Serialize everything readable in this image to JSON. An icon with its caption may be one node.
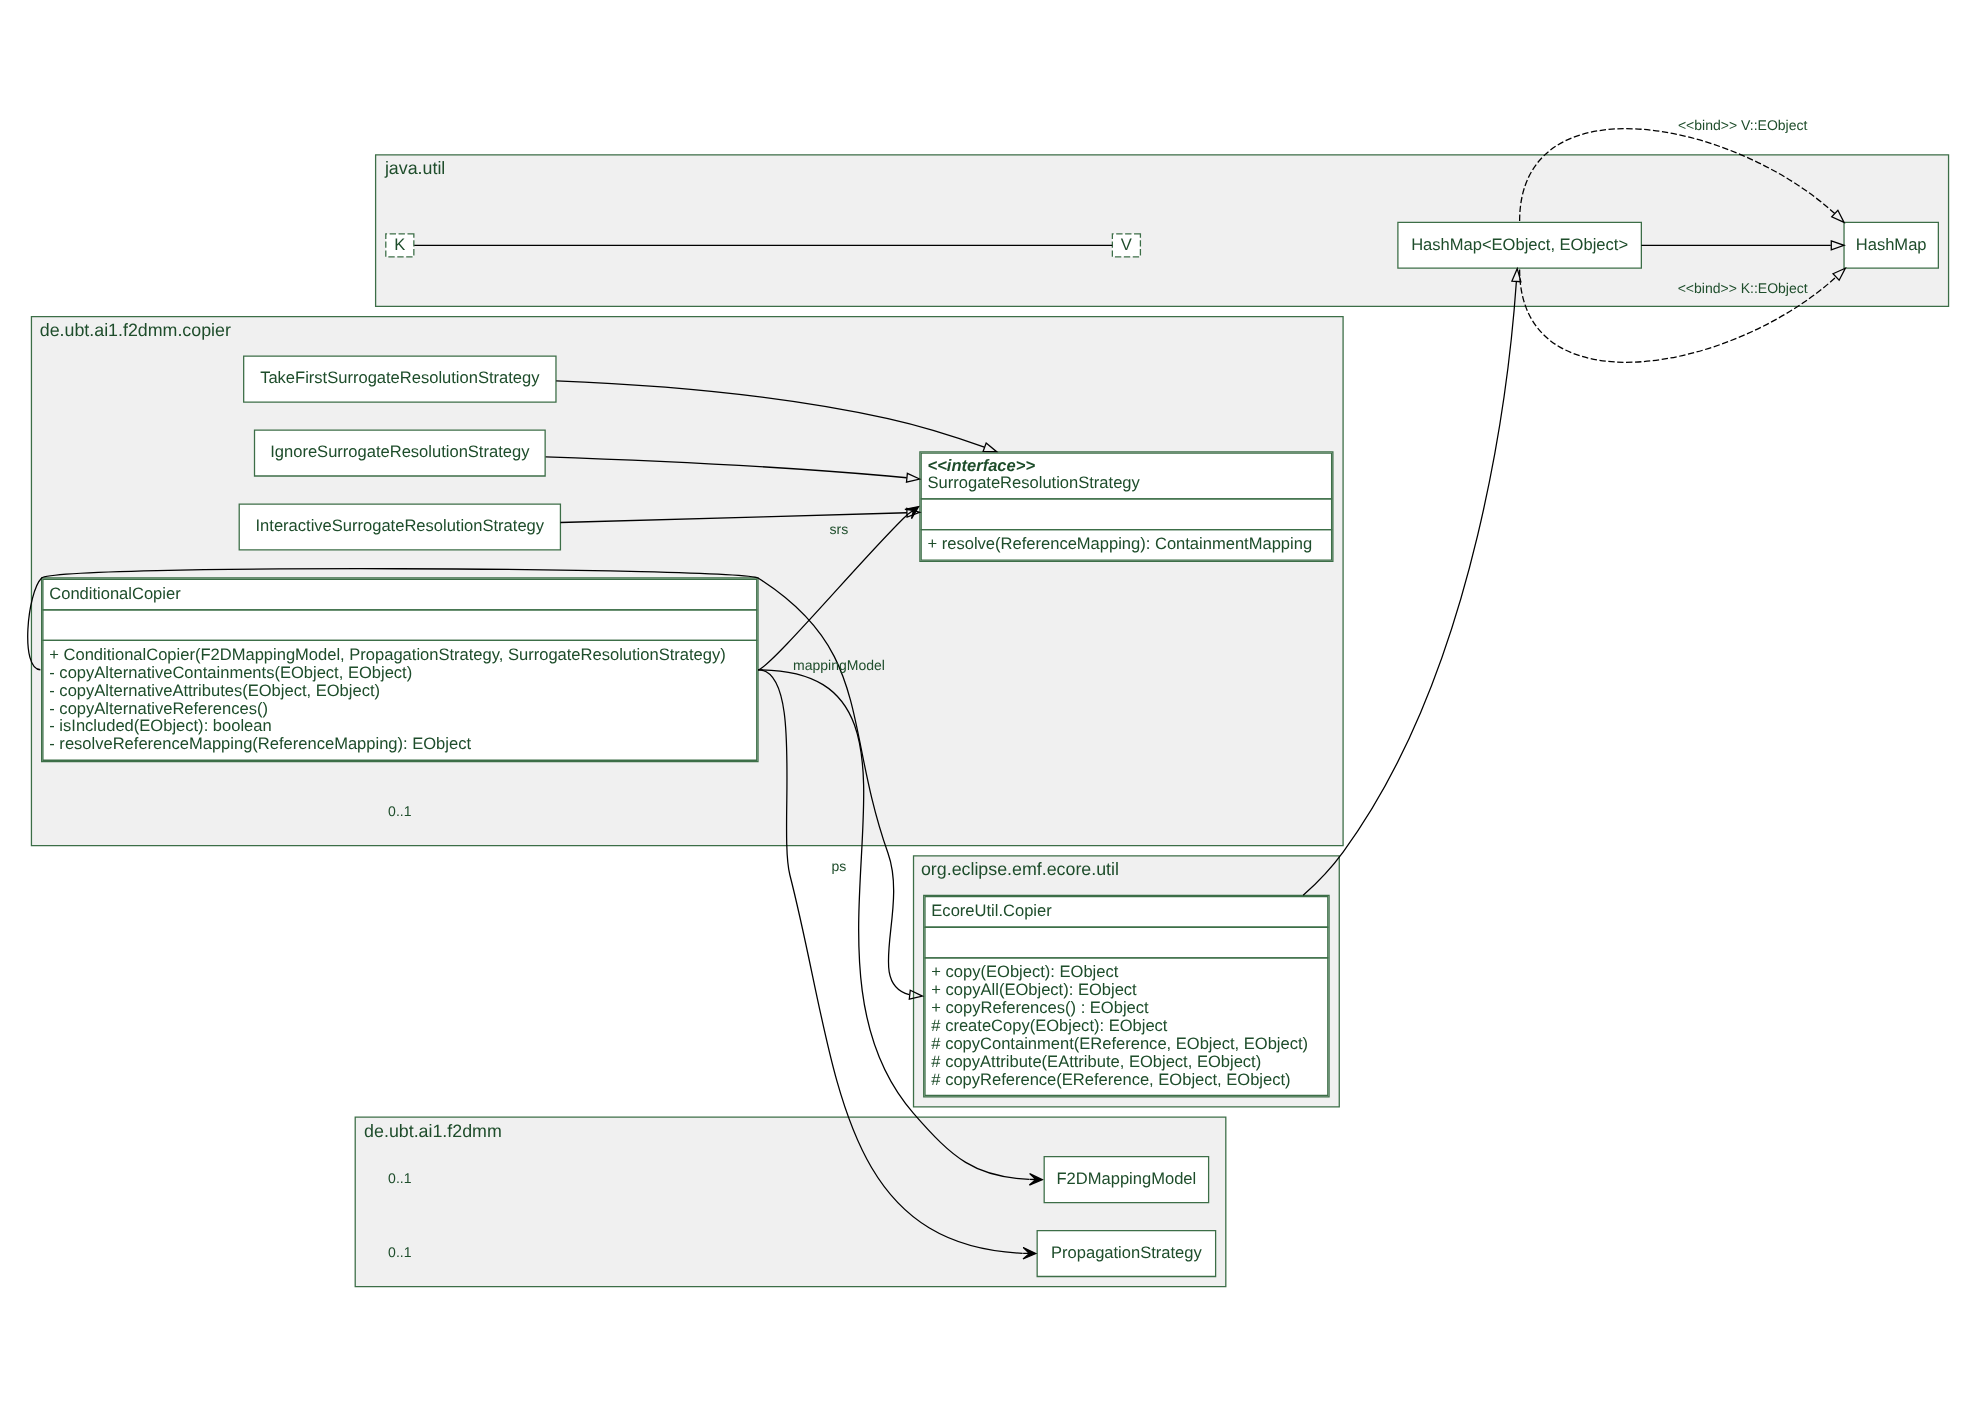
{
  "diagram": {
    "nodes": [
      {
        "text": [
          "org.eclipse.emf.ecore.util"
        ]
      },
      {
        "text": [
          "EcoreUtil.Copier",
          "+ copy(EObject): EObject",
          "+ copyAll(EObject): EObject",
          "+ copyReferences() : EObject",
          "# createCopy(EObject): EObject",
          "# copyContainment(EReference, EObject, EObject)",
          "# copyAttribute(EAttribute, EObject, EObject)",
          "# copyReference(EReference, EObject, EObject)"
        ],
        "in": 0
      },
      {
        "text": [
          "java.util"
        ]
      },
      {
        "text": [
          "K"
        ],
        "in": 2
      },
      {
        "text": [
          "V"
        ],
        "in": 2
      },
      {
        "text": [
          "HashMap"
        ],
        "in": 2
      },
      {
        "text": [
          "HashMap<EObject, EObject>"
        ],
        "in": 2
      },
      {
        "text": [
          "de.ubt.ai1.f2dmm"
        ]
      },
      {
        "text": [
          "F2DMappingModel"
        ],
        "in": 7
      },
      {
        "text": [
          "PropagationStrategy"
        ],
        "in": 7
      },
      {
        "text": [
          "de.ubt.ai1.f2dmm.copier"
        ]
      },
      {
        "text": [
          "ConditionalCopier",
          "+ ConditionalCopier(F2DMappingModel, PropagationStrategy, SurrogateResolutionStrategy)",
          "- copyAlternativeContainments(EObject, EObject)",
          "- copyAlternativeAttributes(EObject, EObject)",
          "- copyAlternativeReferences()",
          "- isIncluded(EObject): boolean",
          "- resolveReferenceMapping(ReferenceMapping): EObject"
        ],
        "in": 10
      },
      {
        "text": [
          "<<interface>>",
          "SurrogateResolutionStrategy",
          "+ resolve(ReferenceMapping): ContainmentMapping"
        ],
        "in": 10
      },
      {
        "text": [
          "TakeFirstSurrogateResolutionStrategy"
        ],
        "in": 10
      },
      {
        "text": [
          "IgnoreSurrogateResolutionStrategy"
        ],
        "in": 10
      },
      {
        "text": [
          "InteractiveSurrogateResolutionStrategy"
        ],
        "in": 10
      }
    ],
    "edges": [
      {
        "from": 11,
        "to": 1,
        "arrow": "to"
      },
      {
        "from": 1,
        "to": 6,
        "arrow": "to"
      },
      {
        "from": 3,
        "to": 4,
        "arrow": "none"
      },
      {
        "from": 6,
        "to": 5,
        "arrow": "to",
        "style": "dashed",
        "label": "<<bind>> V::EObject"
      },
      {
        "from": 6,
        "to": 5,
        "arrow": "to"
      },
      {
        "from": 6,
        "to": 5,
        "arrow": "to",
        "style": "dashed",
        "label": "<<bind>> K::EObject"
      },
      {
        "from": 11,
        "to": 8,
        "arrow": "to",
        "label": "mappingModel"
      },
      {
        "from": 11,
        "to": 9,
        "arrow": "to",
        "label": "ps"
      },
      {
        "from": 11,
        "to": 12,
        "arrow": "to",
        "label": "srs"
      },
      {
        "from": 13,
        "to": 12,
        "arrow": "to"
      },
      {
        "from": 14,
        "to": 12,
        "arrow": "to"
      },
      {
        "from": 15,
        "to": 12,
        "arrow": "to"
      }
    ],
    "labels": [
      "0..1",
      "0..1",
      "0..1"
    ]
  }
}
